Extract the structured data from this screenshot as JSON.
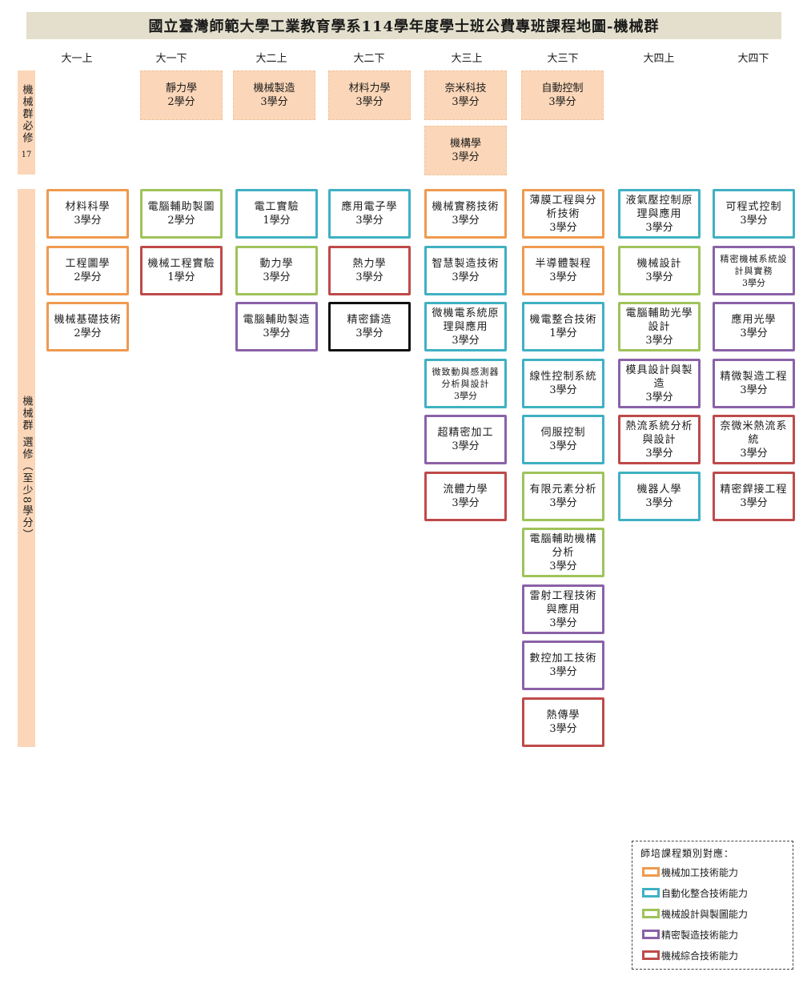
{
  "title": "國立臺灣師範大學工業教育學系114學年度學士班公費專班課程地圖-機械群",
  "semesters": [
    "大一上",
    "大一下",
    "大二上",
    "大二下",
    "大三上",
    "大三下",
    "大四上",
    "大四下"
  ],
  "required": {
    "label": "機械群必修",
    "credits": "17",
    "courses": [
      {
        "name": "靜力學",
        "credit": "2學分"
      },
      {
        "name": "機械製造",
        "credit": "3學分"
      },
      {
        "name": "材料力學",
        "credit": "3學分"
      },
      {
        "name": "奈米科技",
        "credit": "3學分"
      },
      {
        "name": "自動控制",
        "credit": "3學分"
      },
      {
        "name": "機構學",
        "credit": "3學分"
      }
    ]
  },
  "elective": {
    "label": "機械群 選修（至少8學分）",
    "columns": [
      [
        {
          "name": "材料科學",
          "credit": "3學分",
          "cat": "orange"
        },
        {
          "name": "工程圖學",
          "credit": "2學分",
          "cat": "orange"
        },
        {
          "name": "機械基礎技術",
          "credit": "2學分",
          "cat": "orange"
        }
      ],
      [
        {
          "name": "電腦輔助製圖",
          "credit": "2學分",
          "cat": "green"
        },
        {
          "name": "機械工程實驗",
          "credit": "1學分",
          "cat": "red"
        }
      ],
      [
        {
          "name": "電工實驗",
          "credit": "1學分",
          "cat": "teal"
        },
        {
          "name": "動力學",
          "credit": "3學分",
          "cat": "green"
        },
        {
          "name": "電腦輔助製造",
          "credit": "3學分",
          "cat": "purple"
        }
      ],
      [
        {
          "name": "應用電子學",
          "credit": "3學分",
          "cat": "teal"
        },
        {
          "name": "熱力學",
          "credit": "3學分",
          "cat": "red"
        },
        {
          "name": "精密鑄造",
          "credit": "3學分",
          "cat": "black"
        }
      ],
      [
        {
          "name": "機械實務技術",
          "credit": "3學分",
          "cat": "orange"
        },
        {
          "name": "智慧製造技術",
          "credit": "3學分",
          "cat": "teal"
        },
        {
          "name": "微機電系統原理與應用",
          "credit": "3學分",
          "cat": "teal"
        },
        {
          "name": "微致動與感測器分析與設計",
          "credit": "3學分",
          "cat": "teal",
          "small": true
        },
        {
          "name": "超精密加工",
          "credit": "3學分",
          "cat": "purple"
        },
        {
          "name": "流體力學",
          "credit": "3學分",
          "cat": "red"
        }
      ],
      [
        {
          "name": "薄膜工程與分析技術",
          "credit": "3學分",
          "cat": "orange"
        },
        {
          "name": "半導體製程",
          "credit": "3學分",
          "cat": "orange"
        },
        {
          "name": "機電整合技術",
          "credit": "1學分",
          "cat": "teal"
        },
        {
          "name": "線性控制系統",
          "credit": "3學分",
          "cat": "teal"
        },
        {
          "name": "伺服控制",
          "credit": "3學分",
          "cat": "teal"
        },
        {
          "name": "有限元素分析",
          "credit": "3學分",
          "cat": "green"
        },
        {
          "name": "電腦輔助機構分析",
          "credit": "3學分",
          "cat": "green"
        },
        {
          "name": "雷射工程技術與應用",
          "credit": "3學分",
          "cat": "purple"
        },
        {
          "name": "數控加工技術",
          "credit": "3學分",
          "cat": "purple"
        },
        {
          "name": "熱傳學",
          "credit": "3學分",
          "cat": "red"
        }
      ],
      [
        {
          "name": "液氣壓控制原理與應用",
          "credit": "3學分",
          "cat": "teal"
        },
        {
          "name": "機械設計",
          "credit": "3學分",
          "cat": "green"
        },
        {
          "name": "電腦輔助光學設計",
          "credit": "3學分",
          "cat": "green"
        },
        {
          "name": "模具設計與製造",
          "credit": "3學分",
          "cat": "purple"
        },
        {
          "name": "熱流系統分析與設計",
          "credit": "3學分",
          "cat": "red"
        },
        {
          "name": "機器人學",
          "credit": "3學分",
          "cat": "teal"
        }
      ],
      [
        {
          "name": "可程式控制",
          "credit": "3學分",
          "cat": "teal"
        },
        {
          "name": "精密機械系統設計與實務",
          "credit": "3學分",
          "cat": "purple",
          "small": true
        },
        {
          "name": "應用光學",
          "credit": "3學分",
          "cat": "purple"
        },
        {
          "name": "精微製造工程",
          "credit": "3學分",
          "cat": "purple"
        },
        {
          "name": "奈微米熱流系統",
          "credit": "3學分",
          "cat": "red"
        },
        {
          "name": "精密銲接工程",
          "credit": "3學分",
          "cat": "red"
        }
      ]
    ]
  },
  "legend": {
    "title": "師培課程類別對應：",
    "items": [
      {
        "label": "機械加工技術能力",
        "color": "#ef9a4f"
      },
      {
        "label": "自動化整合技術能力",
        "color": "#3fb1c2"
      },
      {
        "label": "機械設計與製圖能力",
        "color": "#9fc35a"
      },
      {
        "label": "精密製造技術能力",
        "color": "#8a62a8"
      },
      {
        "label": "機械綜合技術能力",
        "color": "#bf4a4a"
      }
    ]
  }
}
